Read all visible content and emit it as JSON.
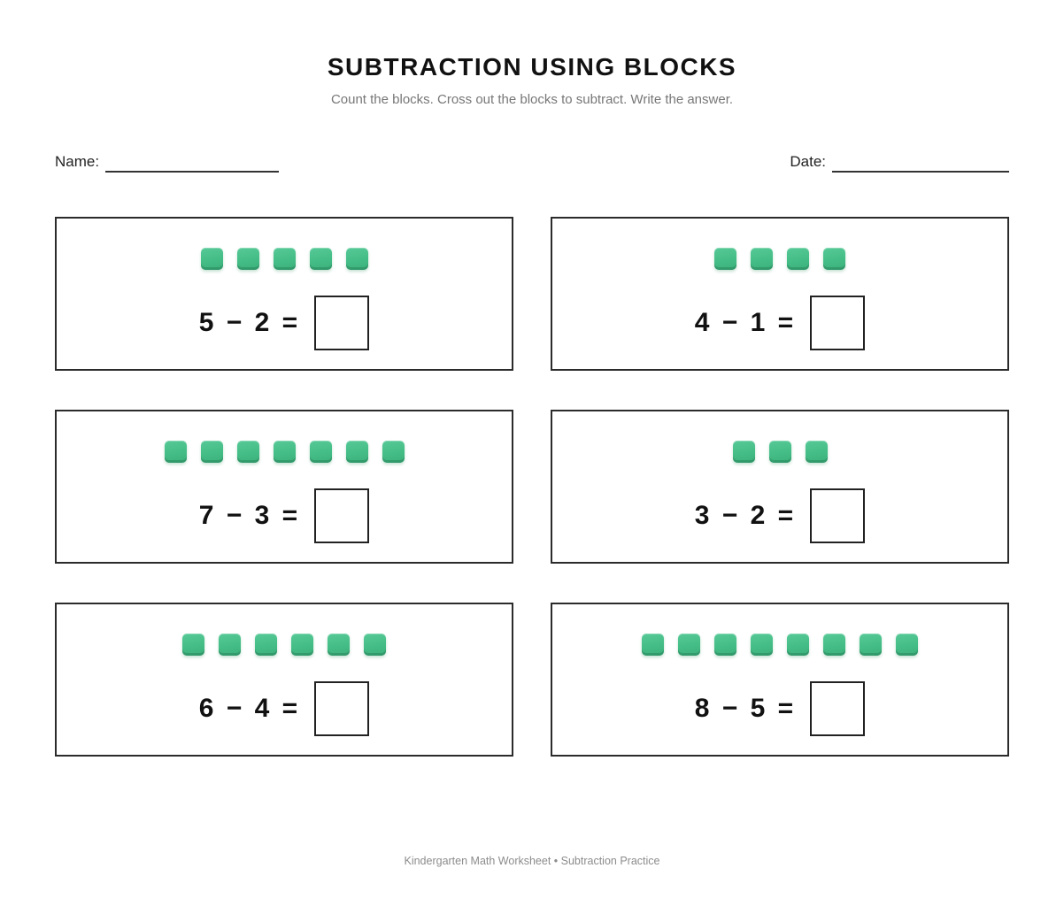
{
  "header": {
    "title": "SUBTRACTION USING BLOCKS",
    "subtitle": "Count the blocks. Cross out the blocks to subtract. Write the answer."
  },
  "fields": {
    "name_label": "Name:",
    "date_label": "Date:"
  },
  "problems": [
    {
      "minuend": 5,
      "subtrahend": 2,
      "blocks": 5,
      "equation": "5 − 2 ="
    },
    {
      "minuend": 4,
      "subtrahend": 1,
      "blocks": 4,
      "equation": "4 − 1 ="
    },
    {
      "minuend": 7,
      "subtrahend": 3,
      "blocks": 7,
      "equation": "7 − 3 ="
    },
    {
      "minuend": 3,
      "subtrahend": 2,
      "blocks": 3,
      "equation": "3 − 2 ="
    },
    {
      "minuend": 6,
      "subtrahend": 4,
      "blocks": 6,
      "equation": "6 − 4 ="
    },
    {
      "minuend": 8,
      "subtrahend": 5,
      "blocks": 8,
      "equation": "8 − 5 ="
    }
  ],
  "footer": {
    "text": "Kindergarten Math Worksheet • Subtraction Practice"
  },
  "colors": {
    "block_green": "#45bd86",
    "block_green_light": "#56c997",
    "block_green_dark": "#3bb07a",
    "card_border": "#2b2b2b",
    "answer_box_border": "#222222",
    "subtitle_gray": "#777777",
    "footer_gray": "#8c8c8c",
    "text_black": "#111111"
  }
}
